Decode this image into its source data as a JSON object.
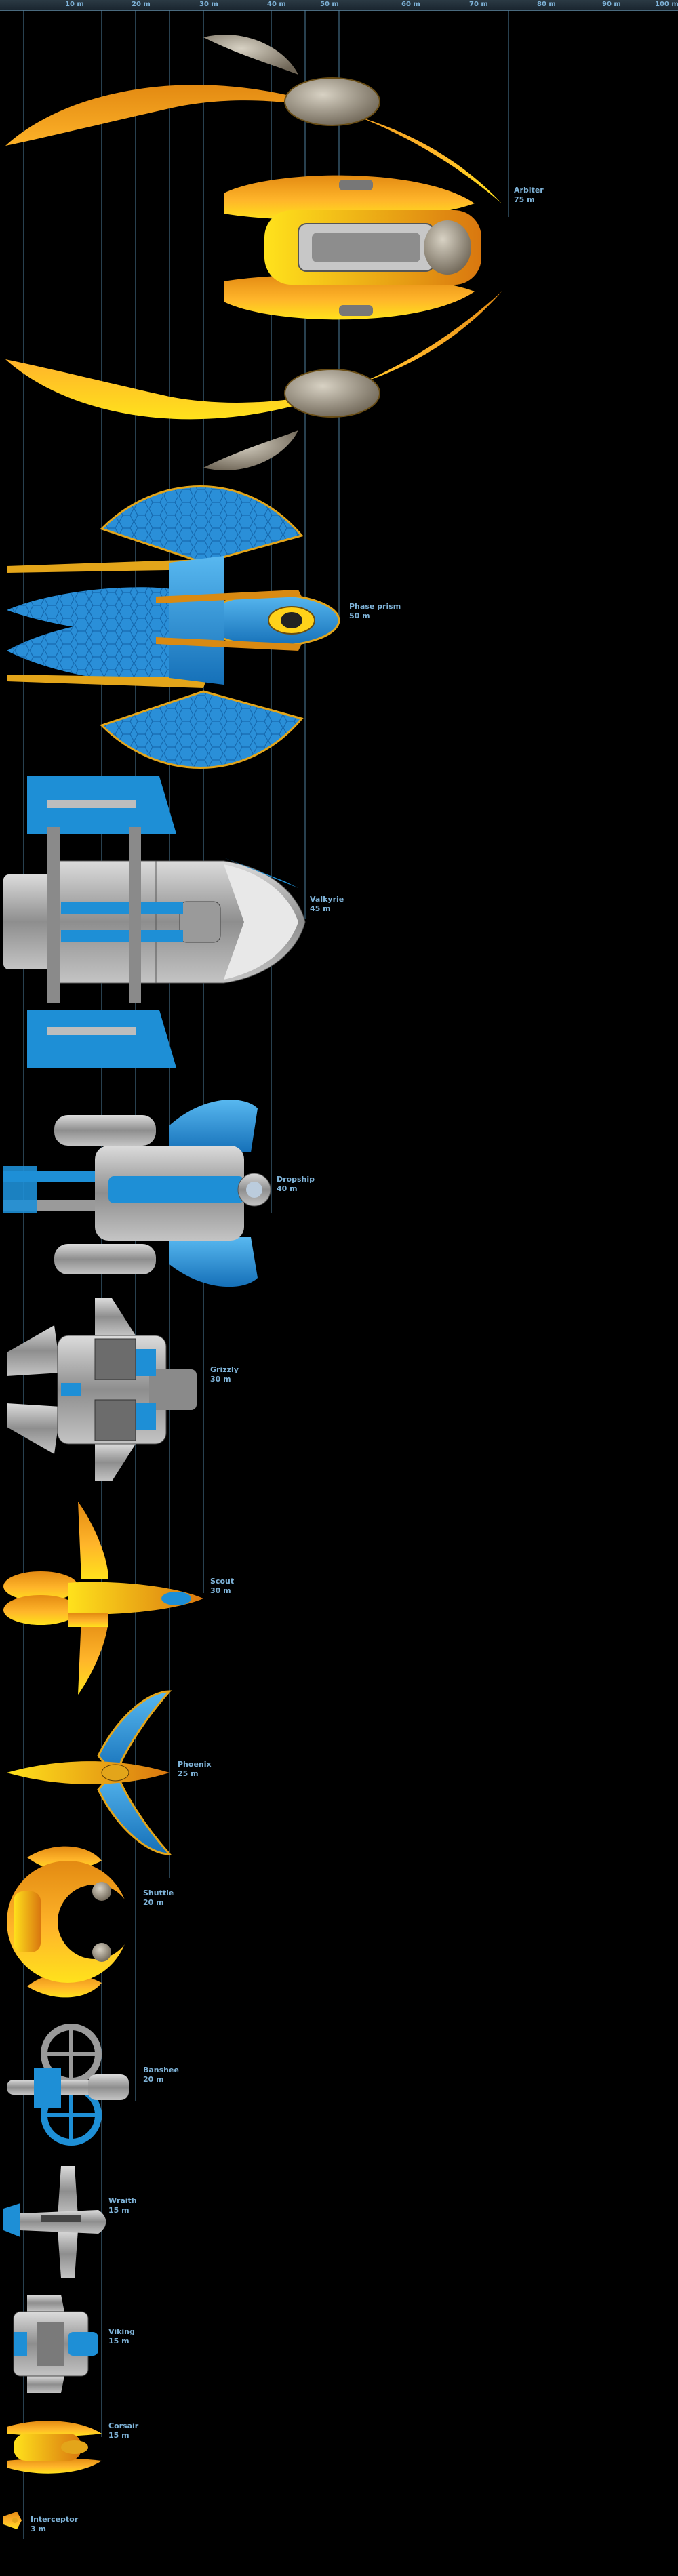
{
  "scale": {
    "ticks": [
      "10 m",
      "20 m",
      "30 m",
      "40 m",
      "50 m",
      "60 m",
      "70 m",
      "80 m",
      "90 m",
      "100 m"
    ]
  },
  "ships": [
    {
      "name": "Arbiter",
      "size": "75 m",
      "meters": 75
    },
    {
      "name": "Phase prism",
      "size": "50 m",
      "meters": 50
    },
    {
      "name": "Valkyrie",
      "size": "45 m",
      "meters": 45
    },
    {
      "name": "Dropship",
      "size": "40 m",
      "meters": 40
    },
    {
      "name": "Grizzly",
      "size": "30 m",
      "meters": 30
    },
    {
      "name": "Scout",
      "size": "30 m",
      "meters": 30
    },
    {
      "name": "Phoenix",
      "size": "25 m",
      "meters": 25
    },
    {
      "name": "Shuttle",
      "size": "20 m",
      "meters": 20
    },
    {
      "name": "Banshee",
      "size": "20 m",
      "meters": 20
    },
    {
      "name": "Wraith",
      "size": "15 m",
      "meters": 15
    },
    {
      "name": "Viking",
      "size": "15 m",
      "meters": 15
    },
    {
      "name": "Corsair",
      "size": "15 m",
      "meters": 15
    },
    {
      "name": "Interceptor",
      "size": "3 m",
      "meters": 3
    }
  ],
  "colors": {
    "label": "#7fb3d8",
    "gold_light": "#ffd21a",
    "gold_dark": "#e38a12",
    "blue": "#1e8fd6",
    "steel": "#9a9a9a",
    "guide_line": "#4f7f9e"
  }
}
